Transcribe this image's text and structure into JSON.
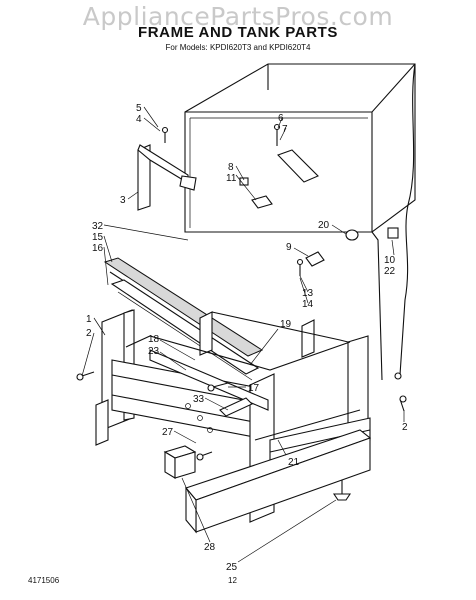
{
  "watermark": "AppliancePartsPros.com",
  "title": "FRAME AND TANK PARTS",
  "subtitle": "For Models: KPDI620T3 and KPDI620T4",
  "footer": {
    "doc_number": "4171506",
    "page_number": "12"
  },
  "callouts": [
    "5",
    "4",
    "6",
    "7",
    "8",
    "11",
    "3",
    "20",
    "9",
    "10",
    "22",
    "32",
    "15",
    "16",
    "13",
    "14",
    "1",
    "19",
    "2",
    "18",
    "23",
    "17",
    "33",
    "2",
    "27",
    "21",
    "28",
    "25"
  ]
}
